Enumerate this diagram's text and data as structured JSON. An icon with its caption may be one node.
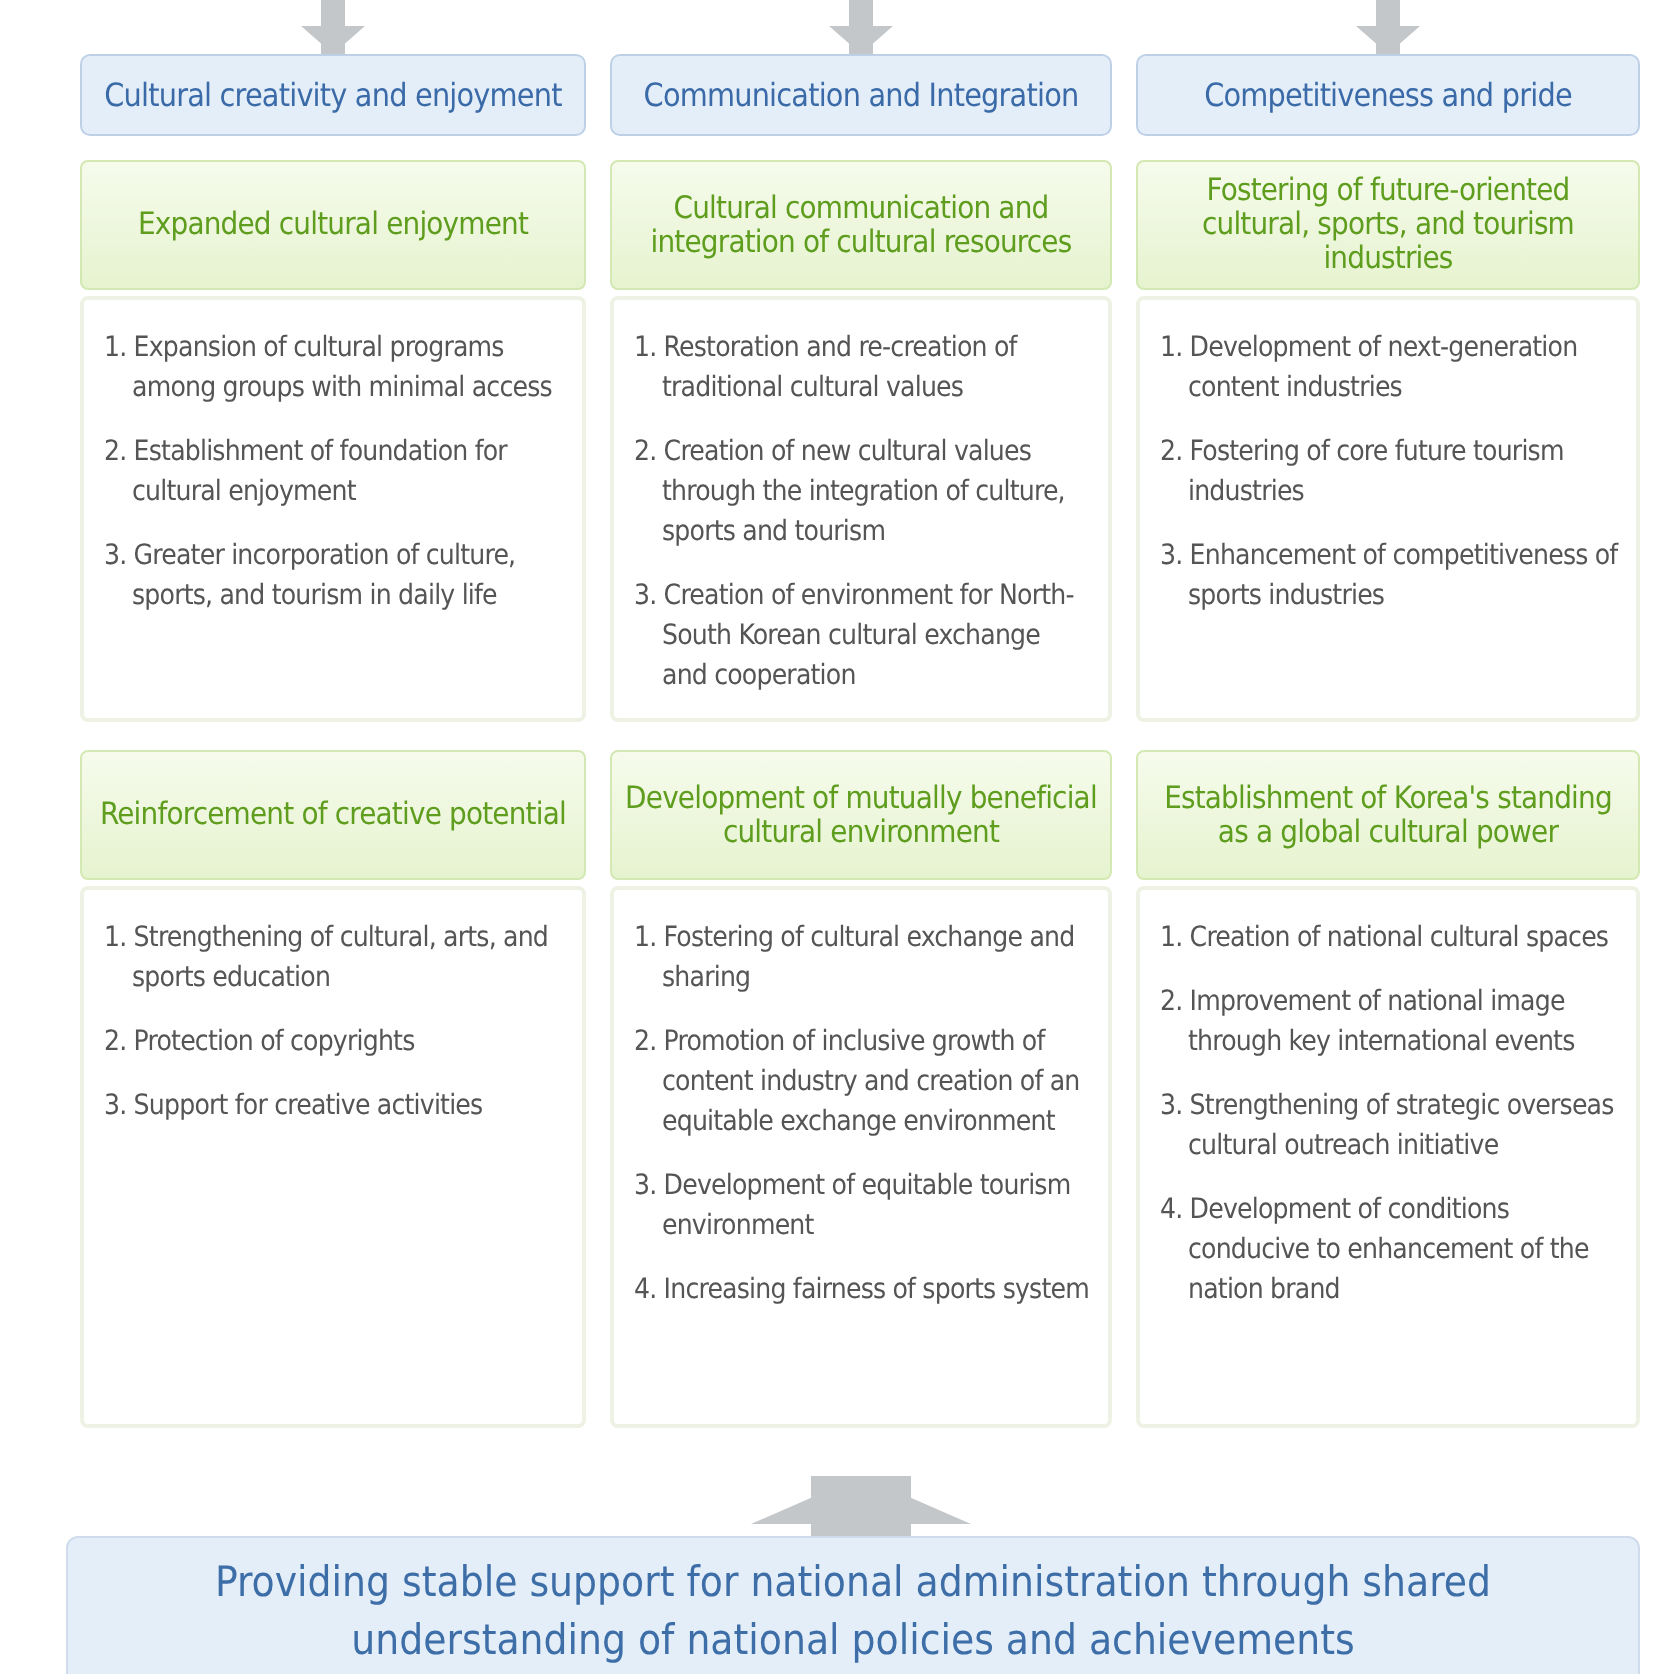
{
  "diagram": {
    "nodes": [
      {
        "text": [
          "Cultural creativity and enjoyment"
        ]
      },
      {
        "text": [
          "Communication and Integration"
        ]
      },
      {
        "text": [
          "Competitiveness and pride"
        ]
      },
      {
        "text": [
          "Expanded cultural enjoyment"
        ]
      },
      {
        "text": [
          "Cultural communication and integration of cultural resources"
        ]
      },
      {
        "text": [
          "Fostering of future-oriented cultural, sports, and tourism industries"
        ]
      },
      {
        "text": [
          "1. Expansion of cultural programs among groups with minimal access",
          "2. Establishment of foundation for cultural enjoyment",
          "3. Greater incorporation of culture, sports, and tourism in daily life"
        ]
      },
      {
        "text": [
          "1. Restoration and re-creation of traditional cultural values",
          "2. Creation of new cultural values through the integration of culture, sports and tourism",
          "3. Creation of environment for North-South Korean cultural exchange and cooperation"
        ]
      },
      {
        "text": [
          "1. Development of next-generation content industries",
          "2. Fostering of core future tourism industries",
          "3. Enhancement of competitiveness of sports industries"
        ]
      },
      {
        "text": [
          "Reinforcement of creative potential"
        ]
      },
      {
        "text": [
          "Development of mutually beneficial cultural environment"
        ]
      },
      {
        "text": [
          "Establishment of Korea's standing as a global cultural power"
        ]
      },
      {
        "text": [
          "1. Strengthening of cultural, arts, and sports education",
          "2. Protection of copyrights",
          "3. Support for creative activities"
        ]
      },
      {
        "text": [
          "1. Fostering of cultural exchange and sharing",
          "2. Promotion of inclusive growth of content industry and creation of an equitable exchange environment",
          "3. Development of equitable tourism environment",
          "4. Increasing fairness of sports system"
        ]
      },
      {
        "text": [
          "1. Creation of national cultural spaces",
          "2. Improvement of national image through key international events",
          "3. Strengthening of strategic overseas cultural outreach initiative",
          "4. Development of conditions conducive to enhancement of the nation brand"
        ]
      },
      {
        "text": [
          "Providing stable support for national administration through shared understanding of national policies and achievements"
        ]
      }
    ],
    "edges": [
      {
        "from": null,
        "to": 0,
        "arrow": "to"
      },
      {
        "from": null,
        "to": 1,
        "arrow": "to"
      },
      {
        "from": null,
        "to": 2,
        "arrow": "to"
      },
      {
        "from": 15,
        "to": 13,
        "arrow": "to",
        "style": "thick"
      }
    ]
  }
}
